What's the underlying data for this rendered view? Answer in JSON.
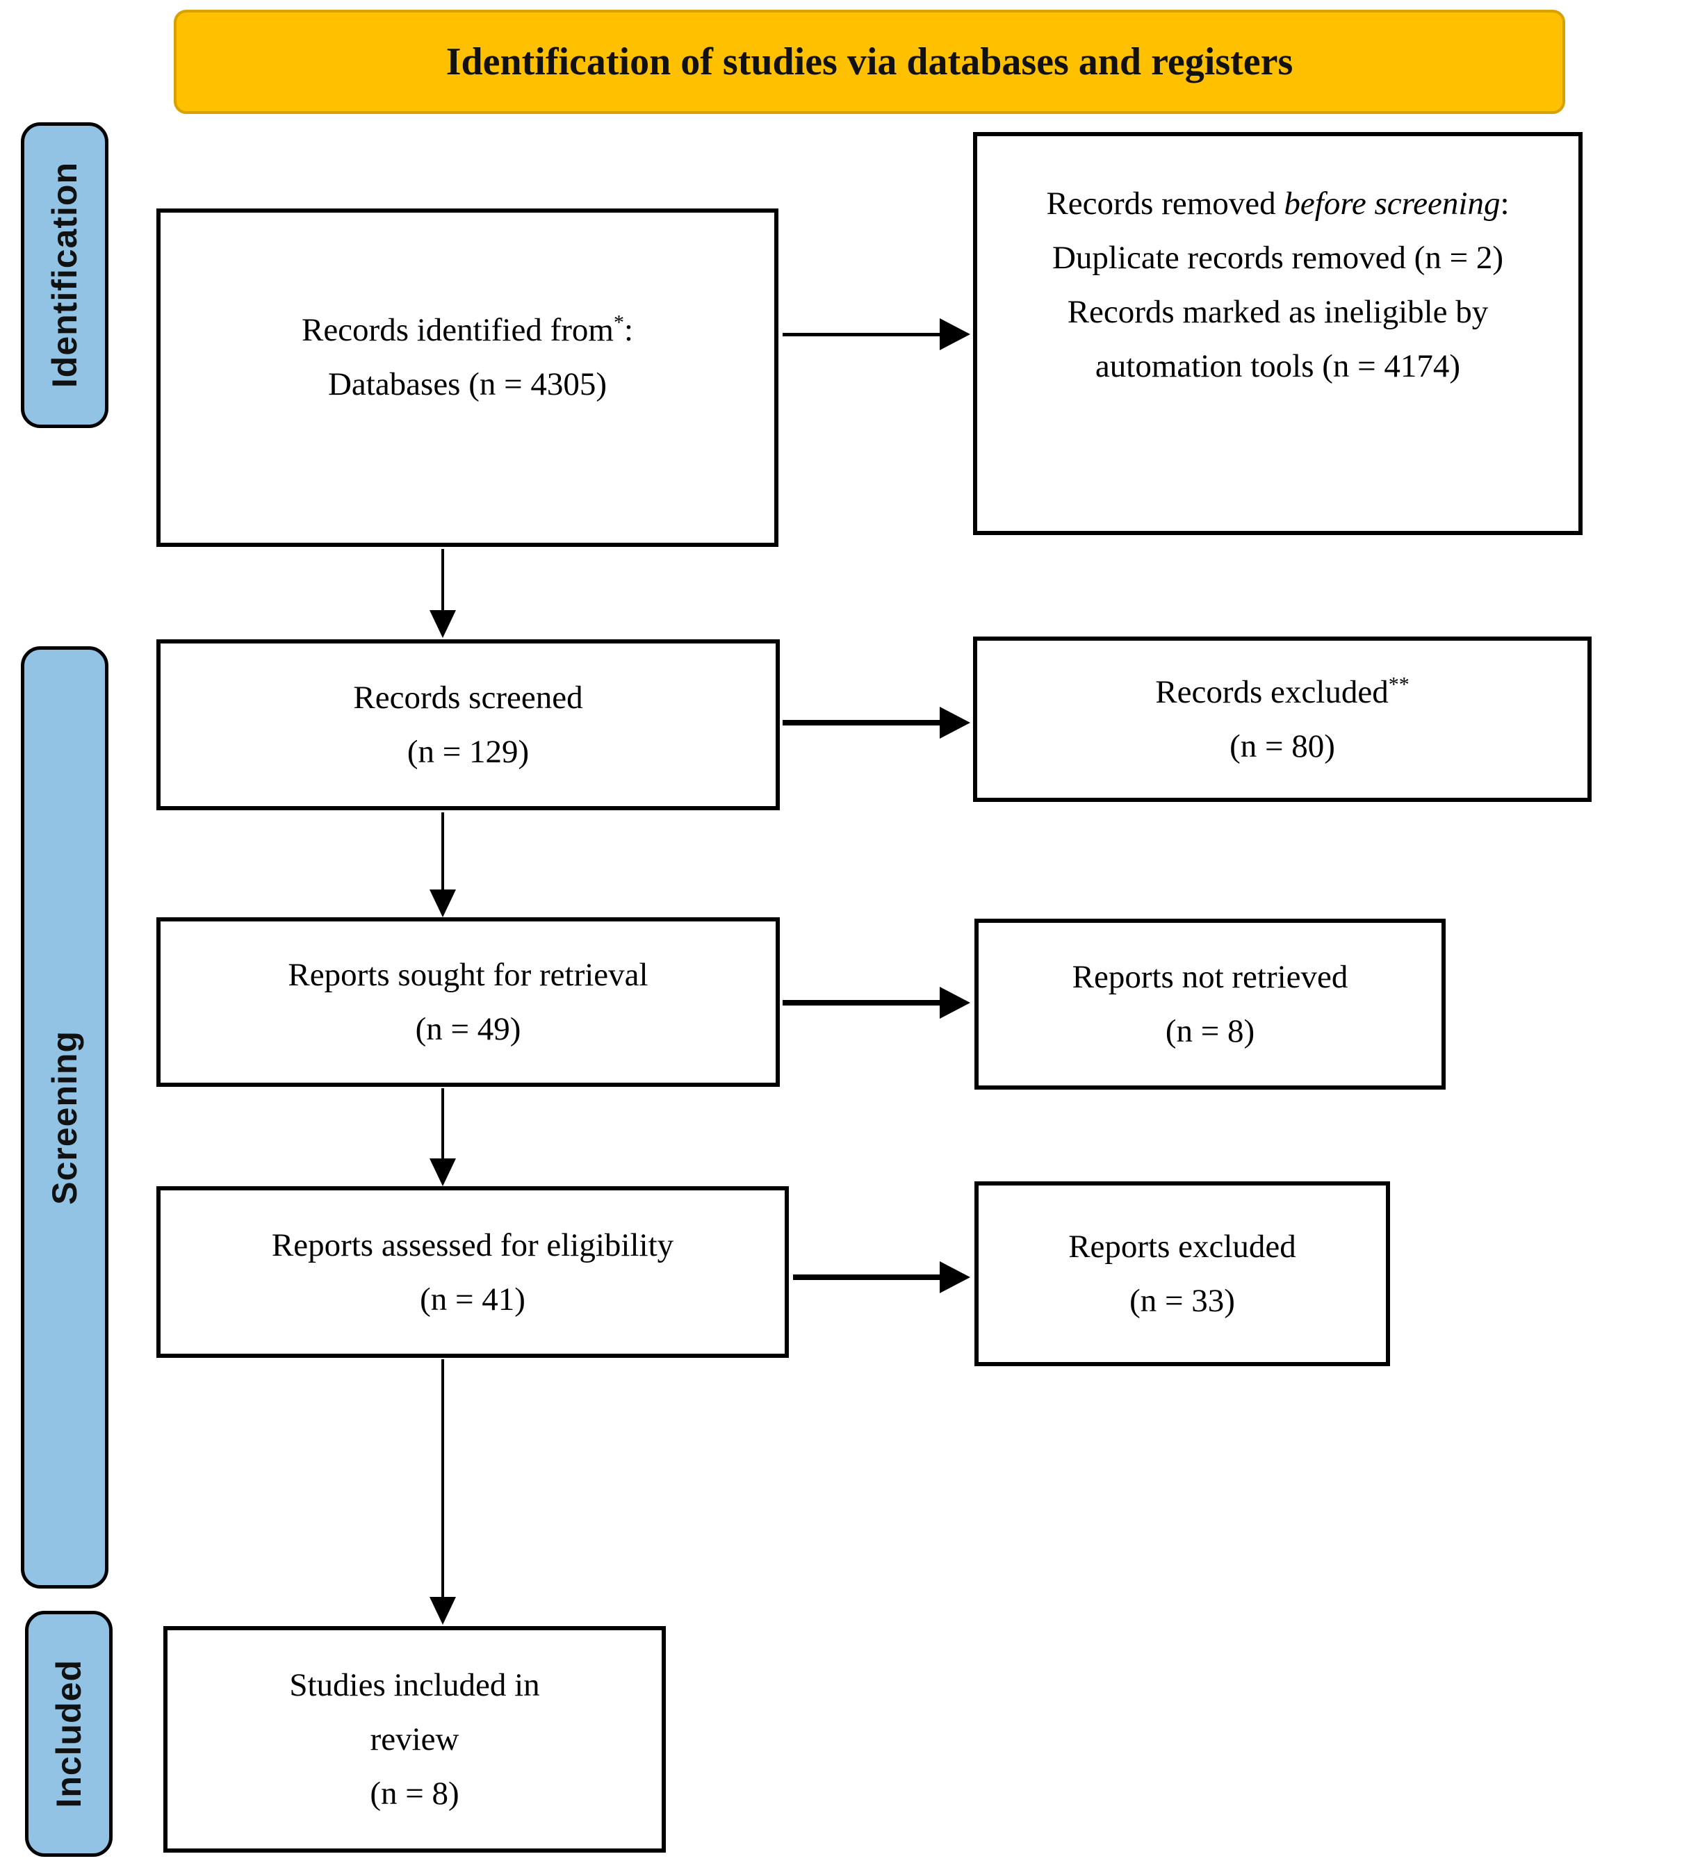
{
  "header": {
    "title": "Identification of studies via databases and registers"
  },
  "sidebar": {
    "identification": "Identification",
    "screening": "Screening",
    "included": "Included"
  },
  "boxes": {
    "records_identified": {
      "line1_pre": "Records identified from",
      "line1_sup": "*",
      "line1_post": ":",
      "line2": "Databases (n = 4305)"
    },
    "records_removed": {
      "line1_pre": "Records removed ",
      "line1_italic": "before screening",
      "line1_post": ":",
      "line2": "Duplicate records removed (n = 2)",
      "line3": "Records marked as ineligible by",
      "line4": "automation tools (n = 4174)"
    },
    "records_screened": {
      "line1": "Records screened",
      "line2": "(n = 129)"
    },
    "records_excluded": {
      "line1_pre": "Records excluded",
      "line1_sup": "**",
      "line2": "(n = 80)"
    },
    "reports_sought": {
      "line1": "Reports sought for retrieval",
      "line2": "(n = 49)"
    },
    "reports_not_retrieved": {
      "line1": "Reports not retrieved",
      "line2": "(n = 8)"
    },
    "reports_assessed": {
      "line1": "Reports assessed for eligibility",
      "line2": "(n = 41)"
    },
    "reports_excluded": {
      "line1": "Reports excluded",
      "line2": "(n = 33)"
    },
    "studies_included": {
      "line1": "Studies included in",
      "line2": "review",
      "line3": "(n = 8)"
    }
  },
  "colors": {
    "banner_fill": "#FFC000",
    "banner_border": "#D7A100",
    "stage_fill": "#92C3E4",
    "box_border": "#000000",
    "background": "#FFFFFF"
  }
}
